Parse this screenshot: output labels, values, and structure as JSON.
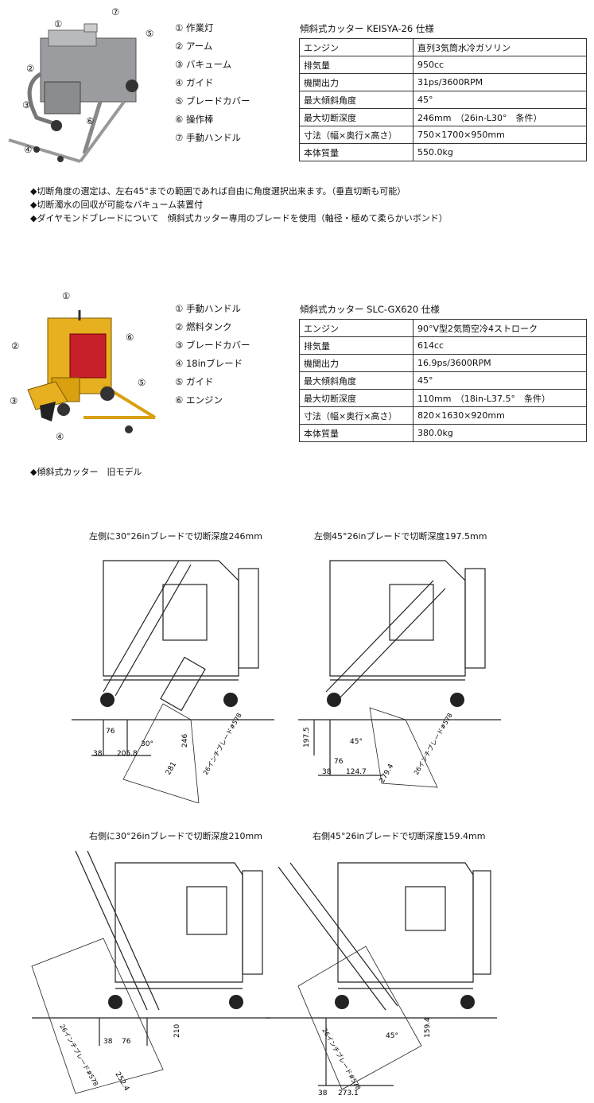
{
  "machine1": {
    "parts": [
      "① 作業灯",
      "② アーム",
      "③ バキューム",
      "④ ガイド",
      "⑤ ブレードカバー",
      "⑥ 操作棒",
      "⑦ 手動ハンドル"
    ],
    "callouts": [
      "①",
      "⑦",
      "⑤",
      "②",
      "③",
      "⑥",
      "④"
    ],
    "spec_title": "傾斜式カッター KEISYA-26 仕様",
    "spec": [
      {
        "k": "エンジン",
        "v": "直列3気筒水冷ガソリン"
      },
      {
        "k": "排気量",
        "v": "950cc"
      },
      {
        "k": "機関出力",
        "v": "31ps/3600RPM"
      },
      {
        "k": "最大傾斜角度",
        "v": "45°"
      },
      {
        "k": "最大切断深度",
        "v": "246mm　（26in-L30°　条件）"
      },
      {
        "k": "寸法（幅×奥行×高さ）",
        "v": "750×1700×950mm"
      },
      {
        "k": "本体質量",
        "v": "550.0kg"
      }
    ],
    "notes": [
      "◆切断角度の選定は、左右45°までの範囲であれば自由に角度選択出来ます。（垂直切断も可能）",
      "◆切断濁水の回収が可能なバキューム装置付",
      "◆ダイヤモンドブレードについて　傾斜式カッター専用のブレードを使用（軸径・極めて柔らかいボンド）"
    ]
  },
  "machine2": {
    "parts": [
      "① 手動ハンドル",
      "② 燃料タンク",
      "③ ブレードカバー",
      "④ 18inブレード",
      "⑤ ガイド",
      "⑥ エンジン"
    ],
    "callouts": [
      "①",
      "⑥",
      "②",
      "⑤",
      "③",
      "④"
    ],
    "spec_title": "傾斜式カッター SLC-GX620 仕様",
    "spec": [
      {
        "k": "エンジン",
        "v": "90°V型2気筒空冷4ストローク"
      },
      {
        "k": "排気量",
        "v": "614cc"
      },
      {
        "k": "機関出力",
        "v": "16.9ps/3600RPM"
      },
      {
        "k": "最大傾斜角度",
        "v": "45°"
      },
      {
        "k": "最大切断深度",
        "v": "110mm　（18in-L37.5°　条件）"
      },
      {
        "k": "寸法（幅×奥行×高さ）",
        "v": "820×1630×920mm"
      },
      {
        "k": "本体質量",
        "v": "380.0kg"
      }
    ],
    "notes": [
      "◆傾斜式カッター　旧モデル"
    ]
  },
  "drawings": [
    {
      "caption": "左側に30°26inブレードで切断深度246mm",
      "dims": [
        "76",
        "38",
        "205.8",
        "30°",
        "246",
        "281",
        "26インチブレード#578"
      ]
    },
    {
      "caption": "左側45°26inブレードで切断深度197.5mm",
      "dims": [
        "197.5",
        "45°",
        "76",
        "38",
        "124.7",
        "279.4",
        "26インチブレード#578"
      ]
    },
    {
      "caption": "右側に30°26inブレードで切断深度210mm",
      "dims": [
        "210",
        "76",
        "38",
        "252.4",
        "26インチブレード#578"
      ]
    },
    {
      "caption": "右側45°26inブレードで切断深度159.4mm",
      "dims": [
        "159.4",
        "45°",
        "38",
        "273.1",
        "26インチブレード#578"
      ]
    }
  ],
  "colors": {
    "machine1": "#9a9c9f",
    "machine2": "#e7b020",
    "engine": "#c8202a",
    "line": "#222222"
  }
}
